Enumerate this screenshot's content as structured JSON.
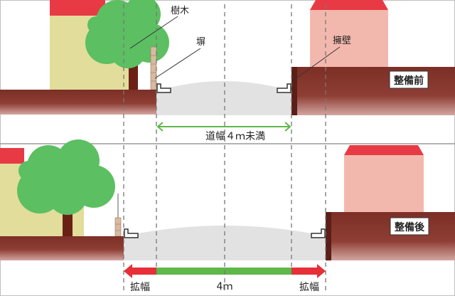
{
  "before_panel": {
    "caption": "整備前",
    "label_tree": "樹木",
    "label_fence": "塀",
    "label_retaining_wall": "擁壁",
    "road_width_text": "道幅４ｍ未満"
  },
  "after_panel": {
    "caption": "整備後",
    "widen_left": "拡幅",
    "road_width_text": "4ｍ",
    "widen_right": "拡幅"
  },
  "colors": {
    "ground": "#8b3b32",
    "ground_edge": "#c48f8a",
    "house_left_wall": "#e2dd9a",
    "house_right_wall": "#f3b8ad",
    "roof": "#e83a44",
    "tree": "#5cbf62",
    "trunk": "#6b2016",
    "road": "#e2e2e2",
    "measure_green": "#5fb84a",
    "widen_red": "#e62f37",
    "dashed": "#777777"
  }
}
